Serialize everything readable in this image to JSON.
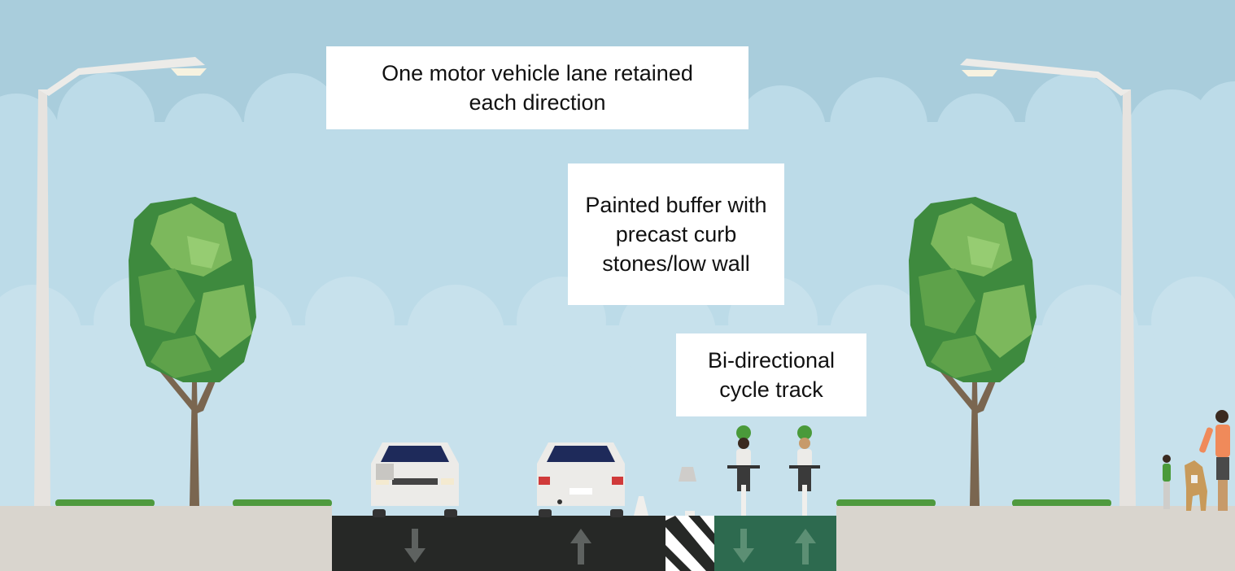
{
  "callouts": {
    "motor_lane": "One motor vehicle lane retained each direction",
    "buffer": "Painted buffer with precast curb stones/low wall",
    "cycle_track": "Bi-directional cycle track"
  },
  "lanes": [
    {
      "type": "motor-vehicle-lane",
      "direction": "down"
    },
    {
      "type": "motor-vehicle-lane",
      "direction": "up"
    },
    {
      "type": "painted-buffer"
    },
    {
      "type": "cycle-track-lane",
      "direction": "down"
    },
    {
      "type": "cycle-track-lane",
      "direction": "up"
    }
  ],
  "colors": {
    "sky": "#a9cddc",
    "clouds": "#bfdde9",
    "road": "#262826",
    "cycle_track": "#2d6a4f",
    "sidewalk": "#d9d5ce",
    "tree_light": "#7cb85c",
    "tree_dark": "#3e8a3e"
  }
}
